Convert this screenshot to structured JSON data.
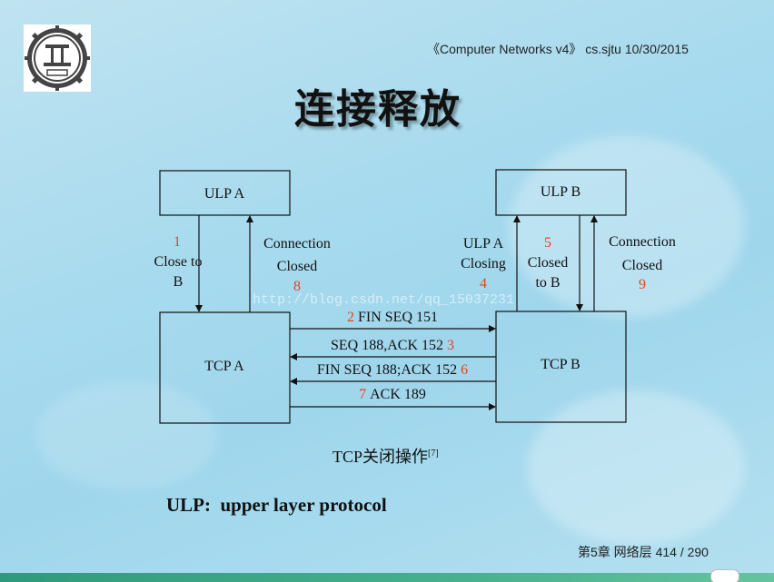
{
  "header": {
    "text": "《Computer Networks v4》 cs.sjtu 10/30/2015"
  },
  "title": "连接释放",
  "diagram": {
    "ulp_a": "ULP A",
    "ulp_b": "ULP B",
    "tcp_a": "TCP A",
    "tcp_b": "TCP B",
    "step1_num": "1",
    "step1_line1": "Close to",
    "step1_line2": "B",
    "step8_line1": "Connection",
    "step8_line2": "Closed",
    "step8_num": "8",
    "step4_line1": "ULP A",
    "step4_line2": "Closing",
    "step4_num": "4",
    "step5_num": "5",
    "step5_line1": "Closed",
    "step5_line2": "to B",
    "step9_line1": "Connection",
    "step9_line2": "Closed",
    "step9_num": "9",
    "msg2_num": "2",
    "msg2_text": "FIN SEQ 151",
    "msg3_text": "SEQ 188,ACK 152",
    "msg3_num": "3",
    "msg6_text": "FIN SEQ 188;ACK 152",
    "msg6_num": "6",
    "msg7_num": "7",
    "msg7_text": "ACK 189"
  },
  "watermark": "http://blog.csdn.net/qq_15037231",
  "caption": {
    "text": "TCP关闭操作",
    "ref": "[7]"
  },
  "ulp_definition": "ULP:  upper layer protocol",
  "footer": {
    "text": "第5章 网络层 414 / 290"
  }
}
